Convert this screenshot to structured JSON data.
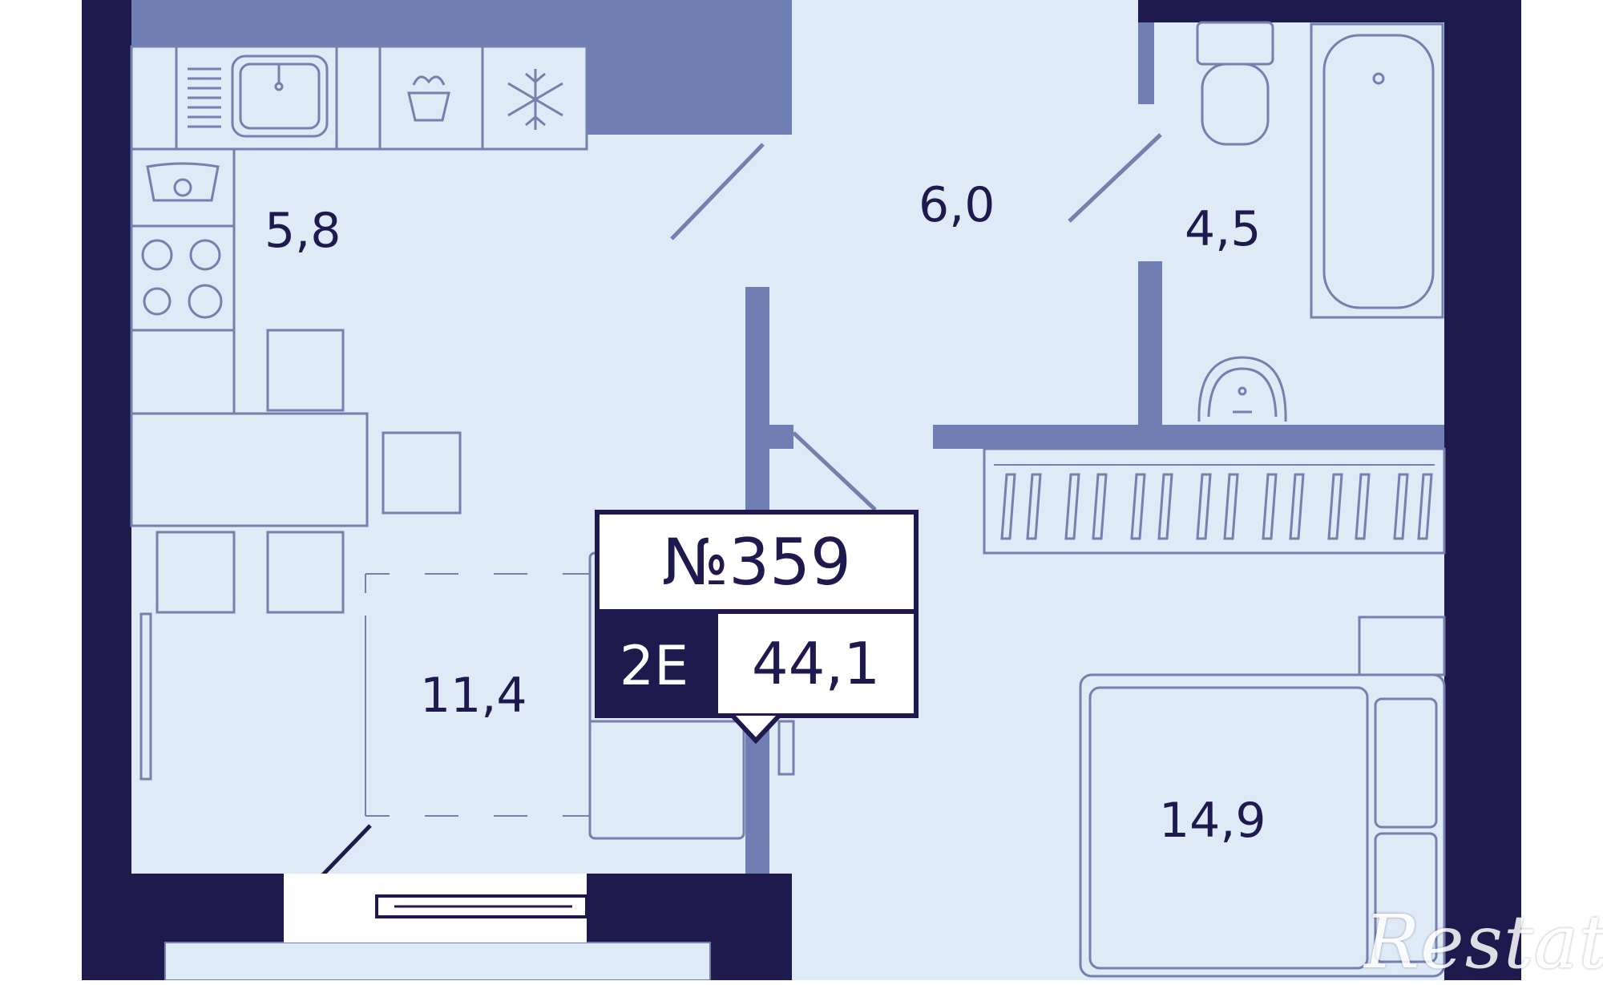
{
  "colors": {
    "outer_wall": "#1e1a4d",
    "inner_wall": "#6f7eb3",
    "floor": "#deeaf6",
    "furniture_line": "#7480ad",
    "text": "#1e1a4d"
  },
  "rooms": {
    "kitchen_area": "5,8",
    "living_area": "11,4",
    "hall_area": "6,0",
    "bathroom_area": "4,5",
    "bedroom_area": "14,9"
  },
  "unit": {
    "number": "№359",
    "type": "2Е",
    "total_area": "44,1"
  },
  "watermark": "Restate"
}
